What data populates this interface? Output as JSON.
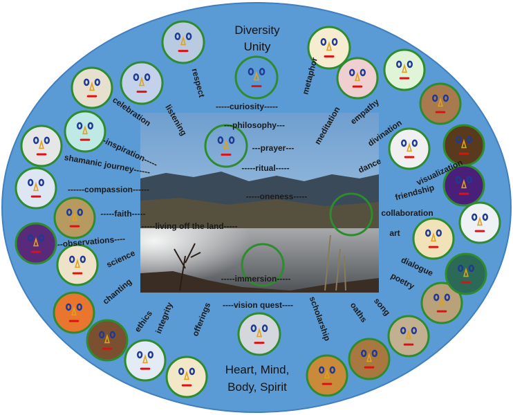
{
  "title": {
    "top_line1": "Diversity",
    "top_line2": "Unity",
    "bottom_line1": "Heart, Mind,",
    "bottom_line2": "Body, Spirit"
  },
  "colors": {
    "ellipse_fill": "#5b9bd5",
    "ellipse_stroke": "#3f7fbf",
    "face_ring": "#2e8b2e",
    "eye": "#1f3a93",
    "nose": "#e0a020",
    "mouth": "#e01010"
  },
  "faces": [
    {
      "name": "face-top-center",
      "bg": "#d8ecf7"
    },
    {
      "name": "face-respect",
      "bg": "#b9cbe0"
    },
    {
      "name": "face-listening",
      "bg": "#c3d2ea"
    },
    {
      "name": "face-celebration",
      "bg": "#e8e0cf"
    },
    {
      "name": "face-inspiration",
      "bg": "#bfe9e4"
    },
    {
      "name": "face-shamanic-journey",
      "bg": "#e6e6e6"
    },
    {
      "name": "face-compassion",
      "bg": "#dfe6f3"
    },
    {
      "name": "face-faith",
      "bg": "#b79a5f"
    },
    {
      "name": "face-observations",
      "bg": "#5a2a7a"
    },
    {
      "name": "face-science",
      "bg": "#eee3c8"
    },
    {
      "name": "face-chanting",
      "bg": "#e8762f"
    },
    {
      "name": "face-ethics",
      "bg": "#7a5030"
    },
    {
      "name": "face-integrity",
      "bg": "#e3ecf5"
    },
    {
      "name": "face-offerings",
      "bg": "#f2e8c8"
    },
    {
      "name": "face-vision-quest",
      "bg": "#d4d8dc"
    },
    {
      "name": "face-scholarship",
      "bg": "#c98a3a"
    },
    {
      "name": "face-oaths",
      "bg": "#a97840"
    },
    {
      "name": "face-song",
      "bg": "#c2b090"
    },
    {
      "name": "face-poetry",
      "bg": "#b9a27a"
    },
    {
      "name": "face-dialogue",
      "bg": "#2c6a58"
    },
    {
      "name": "face-art",
      "bg": "#f2e2b8"
    },
    {
      "name": "face-collaboration",
      "bg": "#eff2f5"
    },
    {
      "name": "face-friendship",
      "bg": "#4a1f7a"
    },
    {
      "name": "face-visualization",
      "bg": "#5a3a1c"
    },
    {
      "name": "face-dance",
      "bg": "#f0f0f0"
    },
    {
      "name": "face-divination",
      "bg": "#a87a4e"
    },
    {
      "name": "face-empathy",
      "bg": "#e0f4d8"
    },
    {
      "name": "face-meditation",
      "bg": "#efcfcf"
    },
    {
      "name": "face-metaphor",
      "bg": "#f6eccf"
    },
    {
      "name": "face-prayer",
      "bg": "#f0f3f6"
    }
  ],
  "labels": [
    {
      "name": "label-respect",
      "text": "respect"
    },
    {
      "name": "label-listening",
      "text": "listening"
    },
    {
      "name": "label-celebration",
      "text": "celebration"
    },
    {
      "name": "label-inspiration",
      "text": "-inspiration-----"
    },
    {
      "name": "label-shamanic-journey",
      "text": "shamanic journey------"
    },
    {
      "name": "label-compassion",
      "text": "------compassion------"
    },
    {
      "name": "label-faith",
      "text": "-----faith-----"
    },
    {
      "name": "label-living-off-the-land",
      "text": "-----living off the land-----"
    },
    {
      "name": "label-observations",
      "text": "--observations----"
    },
    {
      "name": "label-science",
      "text": "science"
    },
    {
      "name": "label-chanting",
      "text": "chanting"
    },
    {
      "name": "label-ethics",
      "text": "ethics"
    },
    {
      "name": "label-integrity",
      "text": "integrity"
    },
    {
      "name": "label-offerings",
      "text": "offerings"
    },
    {
      "name": "label-vision-quest",
      "text": "----vision quest----"
    },
    {
      "name": "label-immersion",
      "text": "-----immersion-----"
    },
    {
      "name": "label-scholarship",
      "text": "scholarship"
    },
    {
      "name": "label-oaths",
      "text": "oaths"
    },
    {
      "name": "label-song",
      "text": "song"
    },
    {
      "name": "label-poetry",
      "text": "poetry"
    },
    {
      "name": "label-dialogue",
      "text": "dialogue"
    },
    {
      "name": "label-art",
      "text": "art"
    },
    {
      "name": "label-collaboration",
      "text": "collaboration"
    },
    {
      "name": "label-friendship",
      "text": "friendship"
    },
    {
      "name": "label-visualization",
      "text": "visualization"
    },
    {
      "name": "label-dance",
      "text": "dance"
    },
    {
      "name": "label-divination",
      "text": "divination"
    },
    {
      "name": "label-empathy",
      "text": "empathy"
    },
    {
      "name": "label-meditation",
      "text": "meditation"
    },
    {
      "name": "label-metaphor",
      "text": "metaphor"
    },
    {
      "name": "label-curiosity",
      "text": "-----curiosity-----"
    },
    {
      "name": "label-philosophy",
      "text": "---philosophy---"
    },
    {
      "name": "label-prayer",
      "text": "---prayer---"
    },
    {
      "name": "label-ritual",
      "text": "-----ritual-----"
    },
    {
      "name": "label-oneness",
      "text": "-----oneness-----"
    }
  ]
}
